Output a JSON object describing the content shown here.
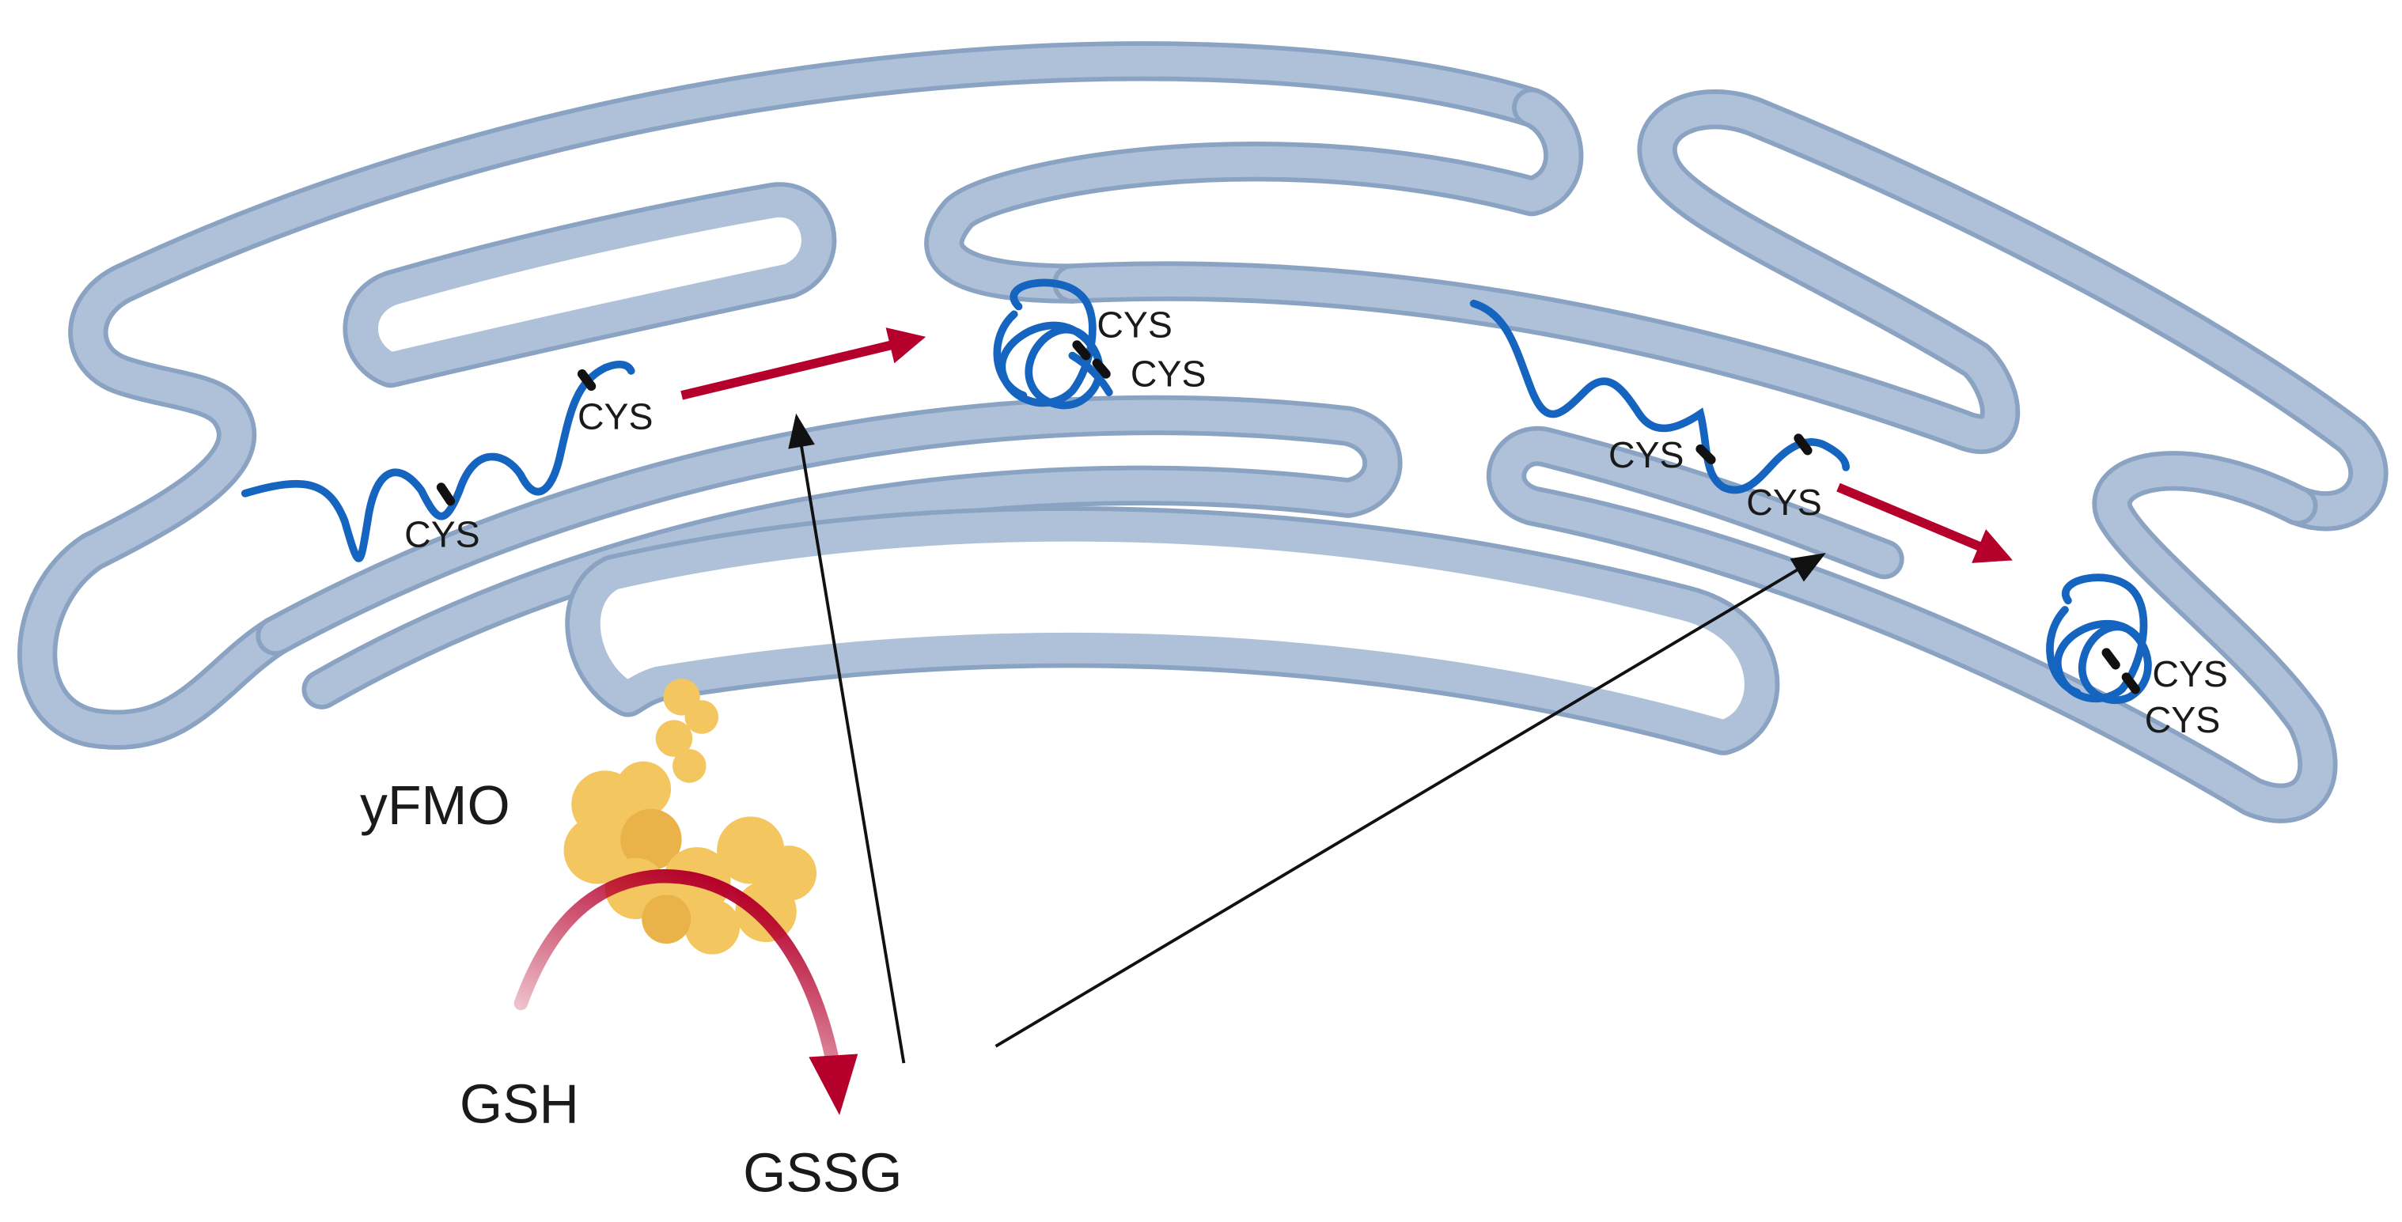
{
  "labels": {
    "cys": "CYS",
    "enzyme": "yFMO",
    "reduced_glutathione": "GSH",
    "oxidized_glutathione": "GSSG"
  },
  "colors": {
    "membrane_fill": "#aec1d8",
    "membrane_edge": "#8aa3c2",
    "lumen": "#ffffff",
    "protein_chain": "#1565c0",
    "cysteine_mark": "#111111",
    "reaction_arrow": "#b5002c",
    "enzyme_fill": "#f3c660",
    "enzyme_shade": "#e9b34a",
    "pointer_arrow": "#111111"
  },
  "icons": {
    "er_membrane": "endoplasmic-reticulum-icon",
    "enzyme": "protein-blob-icon"
  }
}
